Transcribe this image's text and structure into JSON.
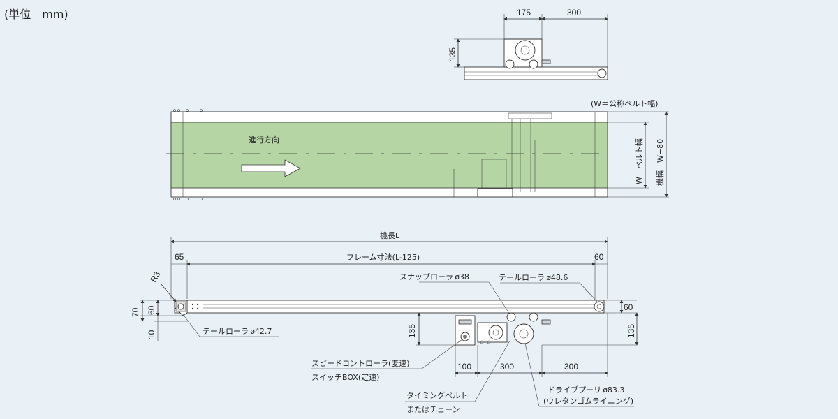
{
  "unit_label": "(単位　mm)",
  "colors": {
    "background": "#e9f0f6",
    "belt": "#b5d6a4",
    "line": "#333333"
  },
  "side_view": {
    "dim_width": "175",
    "dim_offset": "300",
    "dim_height": "135"
  },
  "top_view": {
    "direction_label": "進行方向",
    "nominal_note": "(W＝公称ベルト幅)",
    "belt_width_label": "W＝ベルト幅",
    "machine_width_label": "機幅＝W+80"
  },
  "front_view": {
    "machine_length": "機長L",
    "frame_dim": "フレーム寸法(L-125)",
    "dim_left": "65",
    "dim_right": "60",
    "radius": "R3",
    "dim_70": "70",
    "dim_60_left": "60",
    "dim_10": "10",
    "dim_60_right": "60",
    "dim_135_left": "135",
    "dim_135_right": "135",
    "dim_100": "100",
    "dim_300_a": "300",
    "dim_300_b": "300",
    "snap_roller": "スナップローラ ø38",
    "tail_roller_right": "テールローラ ø48.6",
    "tail_roller_left": "テールローラ ø42.7",
    "speed_controller": "スピードコントローラ(変速)",
    "switch_box": "スイッチBOX(定速)",
    "timing_belt": "タイミングベルト",
    "or_chain": "またはチェーン",
    "drive_pulley": "ドライブプーリ ø83.3",
    "urethane": "(ウレタンゴムライニング)"
  }
}
